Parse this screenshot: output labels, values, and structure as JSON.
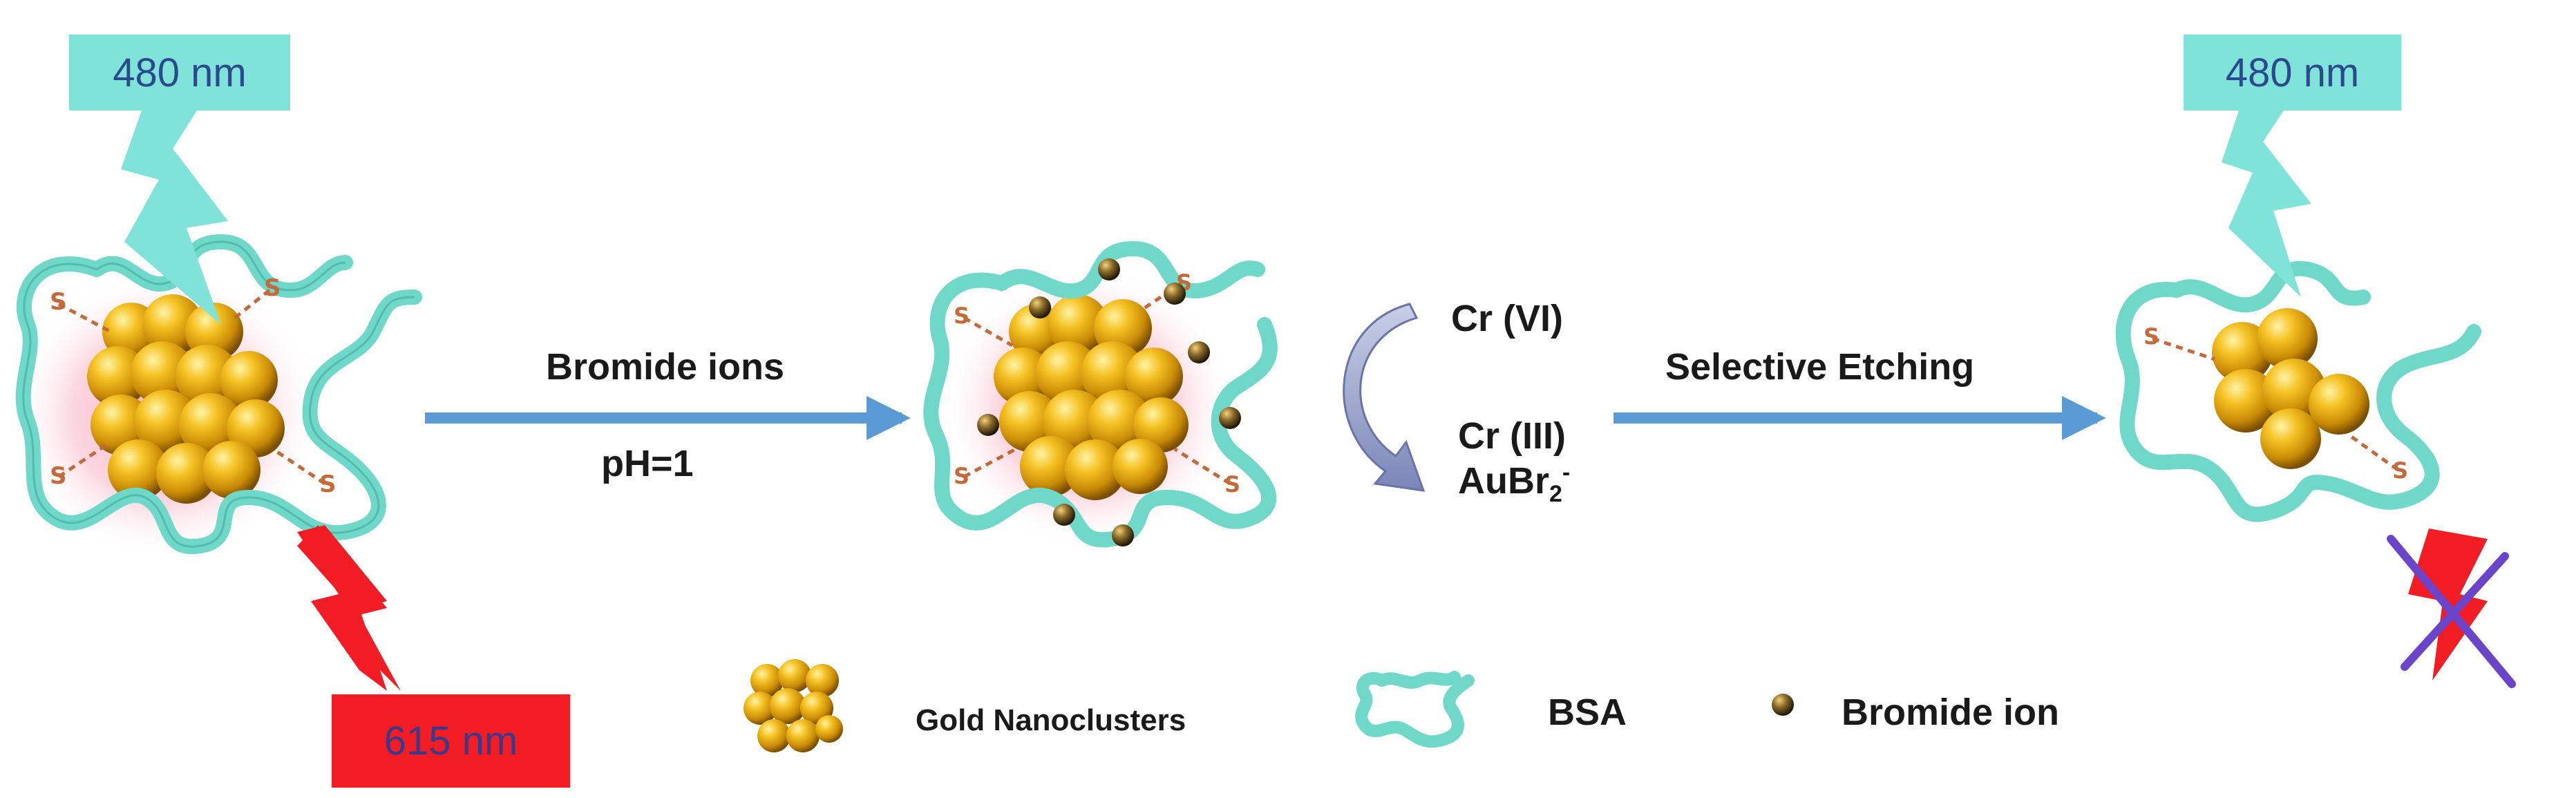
{
  "excitation_left": "480 nm",
  "excitation_right": "480 nm",
  "emission": "615 nm",
  "step1": {
    "reagent": "Bromide ions",
    "condition": "pH=1"
  },
  "redox": {
    "oxidant": "Cr (VI)",
    "product": "Cr (III)",
    "gold_species_base": "AuBr",
    "gold_species_sub": "2",
    "gold_species_sup": "-"
  },
  "step2": {
    "label": "Selective Etching"
  },
  "legend": {
    "gold": "Gold Nanoclusters",
    "protein": "BSA",
    "bromide": "Bromide ion"
  },
  "colors": {
    "excitation_box": "#7fe3d9",
    "emission_box": "#f21c24",
    "protein_chain": "#6fd8c8",
    "arrow": "#5b9bd5",
    "gold": "#e6a60a",
    "glow": "#f7b3c6",
    "quench_cross": "#6b45c9"
  }
}
